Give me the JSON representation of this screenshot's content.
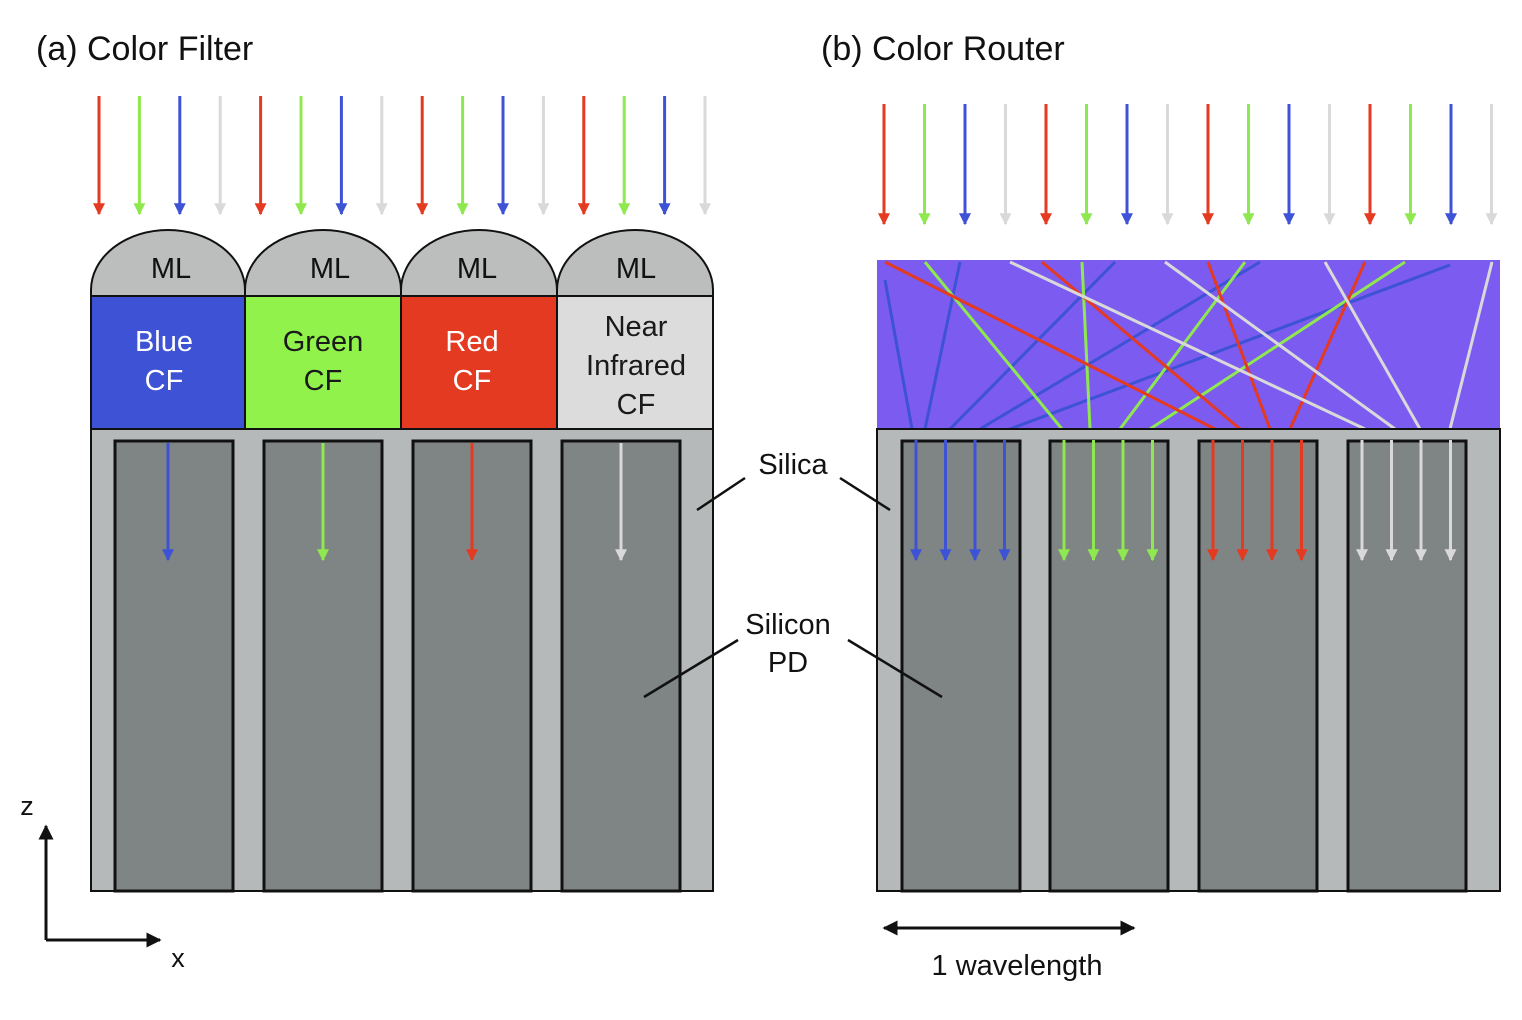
{
  "panels": {
    "a": {
      "title": "(a) Color Filter",
      "microlens_label": "ML",
      "filters": [
        {
          "lines": [
            "Blue",
            "CF"
          ],
          "fill": "#3d52d5",
          "text": "#ffffff"
        },
        {
          "lines": [
            "Green",
            "CF"
          ],
          "fill": "#92f24c",
          "text": "#1a1a1a"
        },
        {
          "lines": [
            "Red",
            "CF"
          ],
          "fill": "#e53a22",
          "text": "#ffffff"
        },
        {
          "lines": [
            "Near",
            "Infrared",
            "CF"
          ],
          "fill": "#dcdcdc",
          "text": "#1a1a1a"
        }
      ]
    },
    "b": {
      "title": "(b) Color Router",
      "router_fill": "#7b5bf0",
      "scale_label": "1 wavelength"
    }
  },
  "labels": {
    "silica": "Silica",
    "silicon_pd": [
      "Silicon",
      "PD"
    ]
  },
  "axes": {
    "z": "z",
    "x": "x"
  },
  "colors": {
    "red": "#e53a22",
    "green": "#8fe84f",
    "blue": "#3d52d5",
    "nir": "#d9d9d9",
    "silica": "#b6b9b9",
    "silicon": "#7e8584",
    "microlens": "#bcbdbd"
  },
  "incident_light_order": [
    "red",
    "green",
    "blue",
    "nir"
  ]
}
